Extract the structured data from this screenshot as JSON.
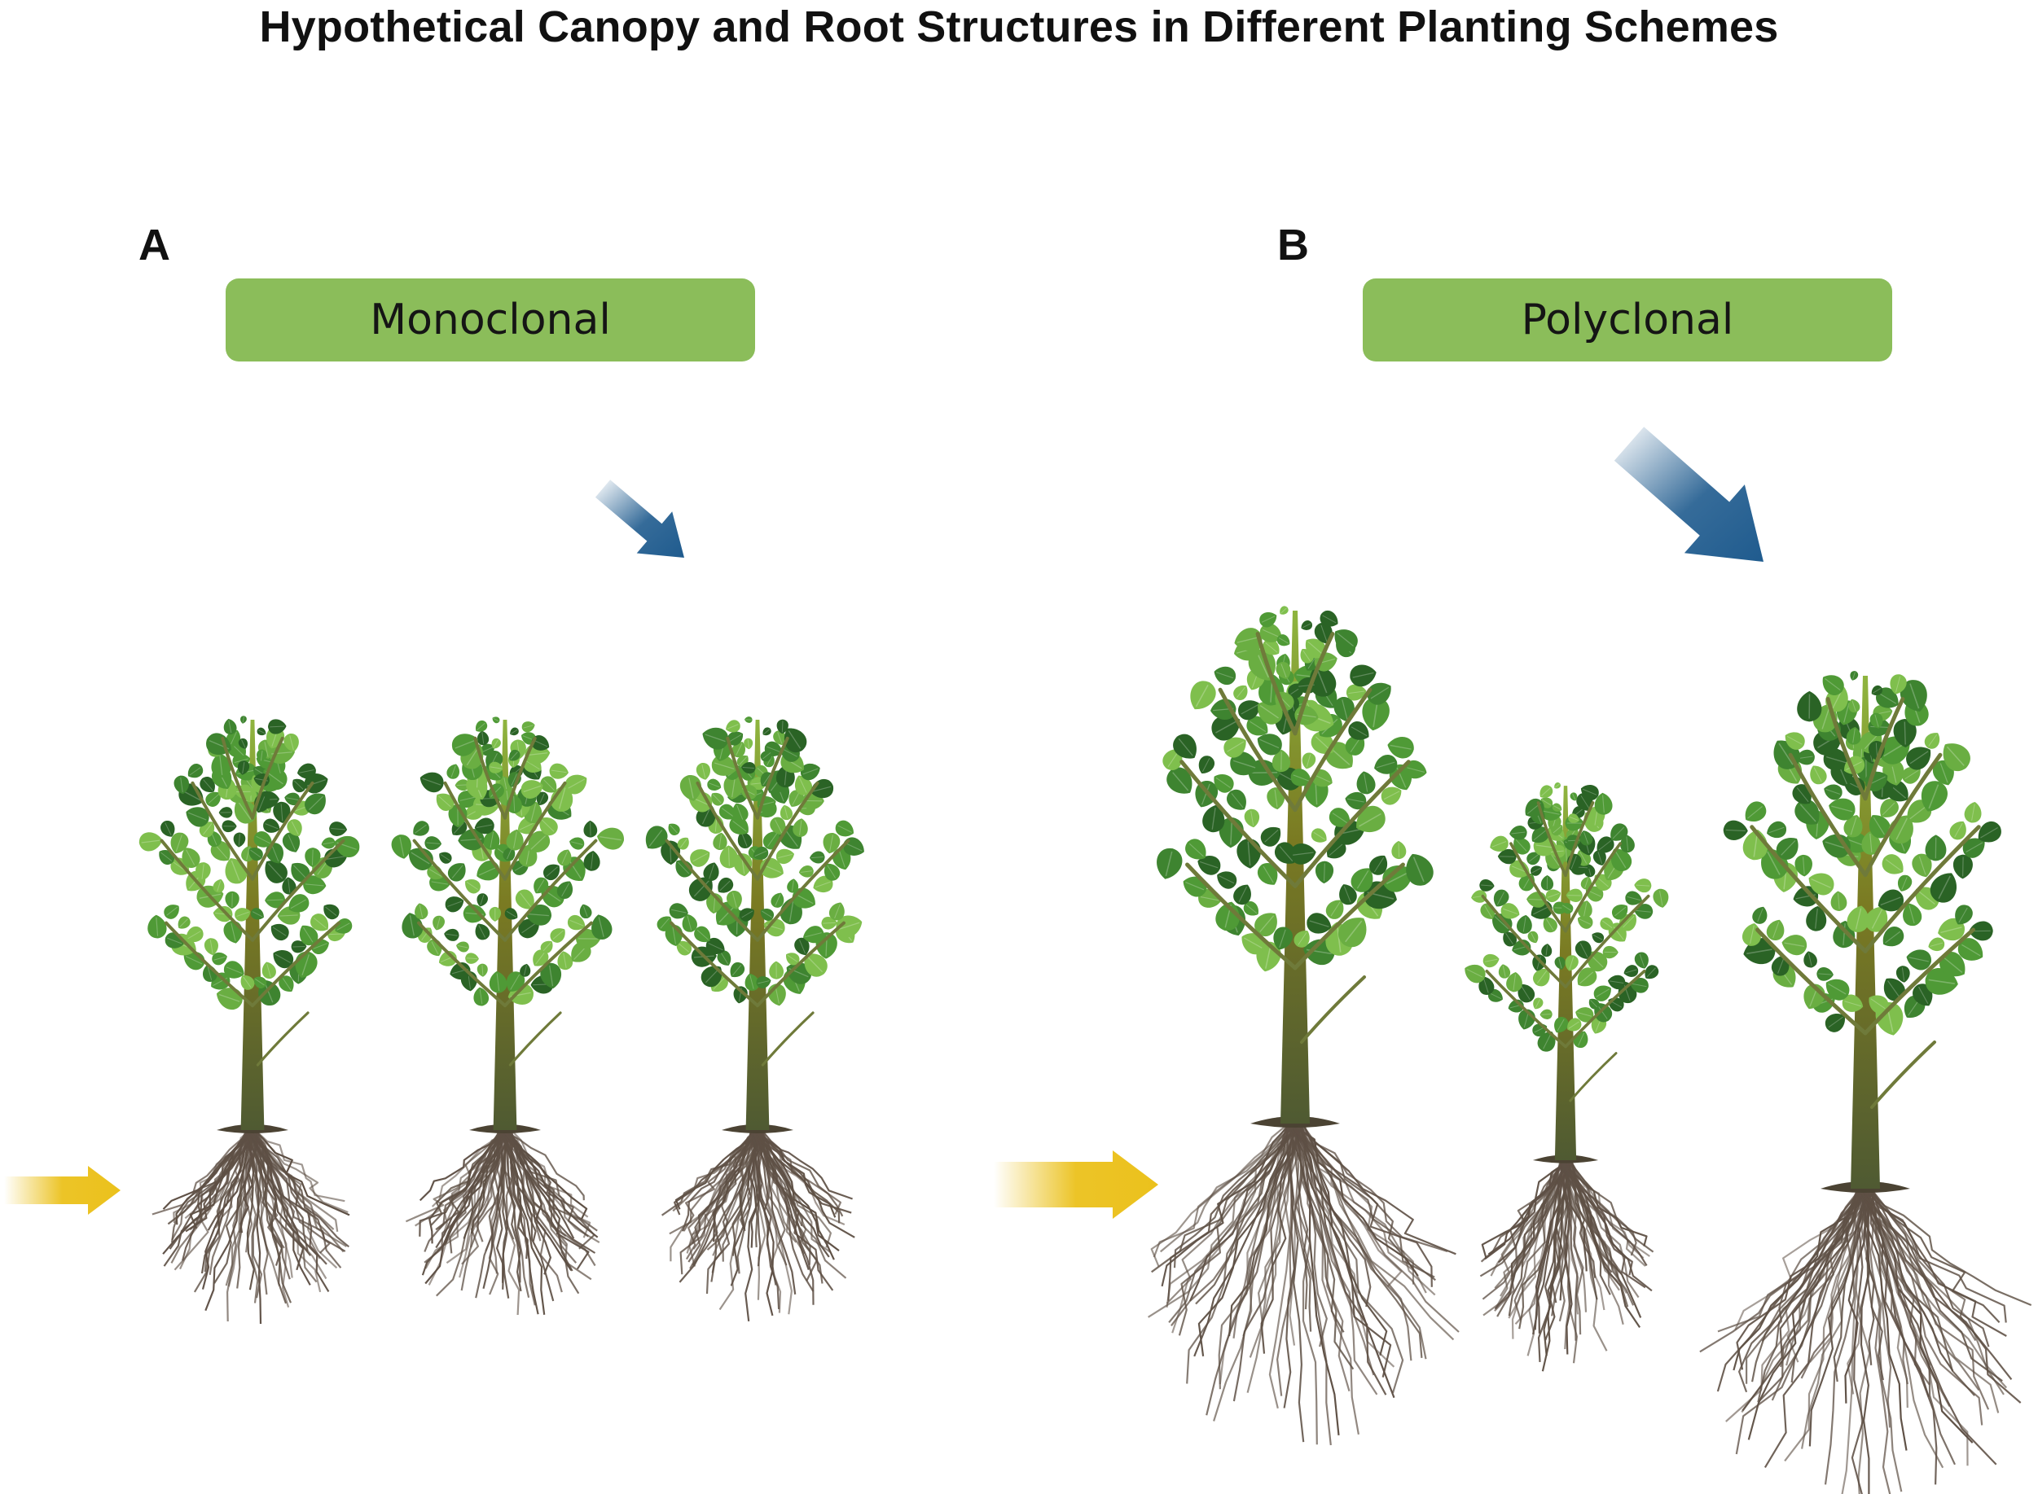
{
  "title": "Hypothetical Canopy and Root Structures in Different Planting Schemes",
  "colors": {
    "header_fill": "#8bbd5a",
    "sun_arrow": "#1f5b8e",
    "water_arrow": "#ebc11c",
    "trunk": "#5b5a2c",
    "root": "#5e5045",
    "leaf_light": "#7fbf4d",
    "leaf_mid": "#4f9a36",
    "leaf_dark": "#2a6325"
  },
  "panels": [
    {
      "letter": "A",
      "header": "Monoclonal",
      "trees": [
        {
          "size": "small",
          "root_depth": "shallow"
        },
        {
          "size": "small",
          "root_depth": "shallow"
        },
        {
          "size": "small",
          "root_depth": "shallow"
        }
      ],
      "arrows": {
        "sun": "small",
        "water": "small"
      }
    },
    {
      "letter": "B",
      "header": "Polyclonal",
      "trees": [
        {
          "size": "large",
          "root_depth": "deep"
        },
        {
          "size": "medium",
          "root_depth": "medium"
        },
        {
          "size": "large",
          "root_depth": "deep"
        }
      ],
      "arrows": {
        "sun": "large",
        "water": "large"
      }
    }
  ]
}
